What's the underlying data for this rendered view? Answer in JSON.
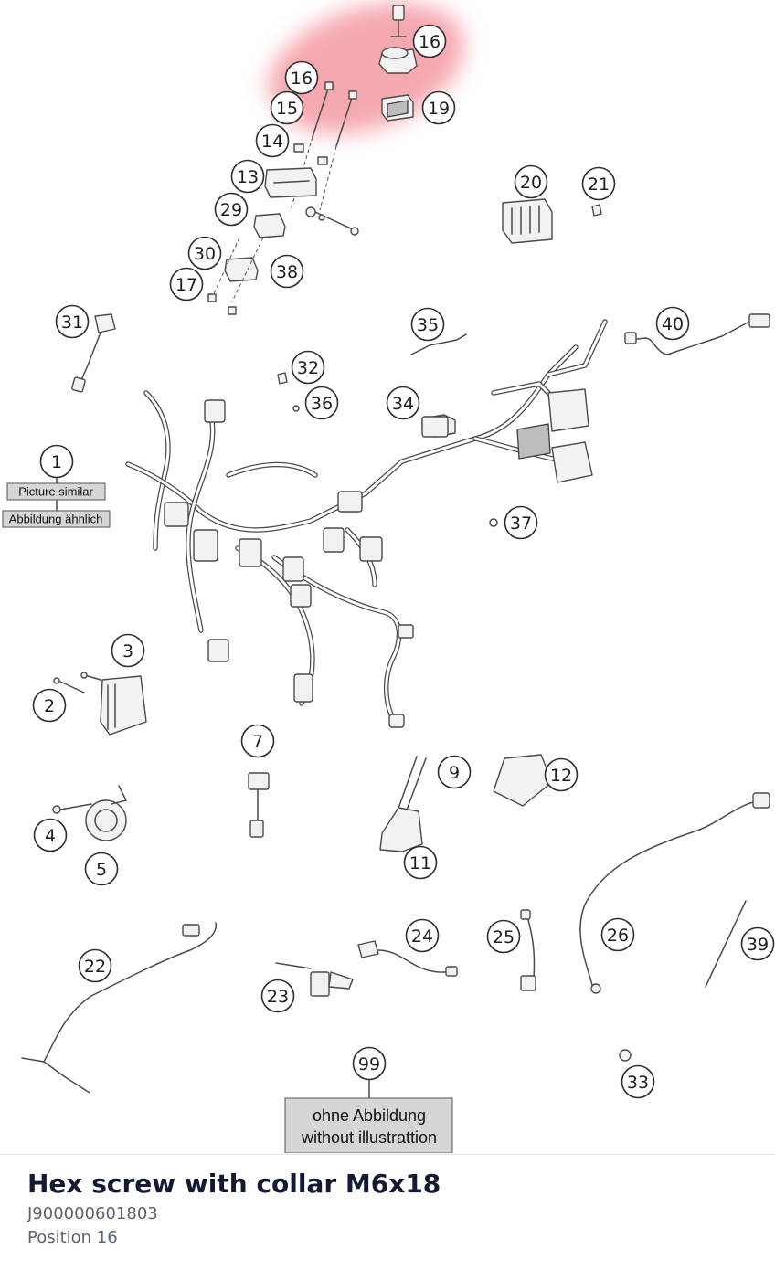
{
  "part": {
    "title": "Hex screw with collar M6x18",
    "part_number": "J900000601803",
    "position_text": "Position 16"
  },
  "highlight": {
    "color": "#f28b95",
    "position": "16"
  },
  "callouts": [
    "16",
    "16",
    "15",
    "19",
    "14",
    "13",
    "29",
    "30",
    "17",
    "38",
    "20",
    "21",
    "31",
    "35",
    "40",
    "32",
    "36",
    "34",
    "1",
    "37",
    "3",
    "2",
    "7",
    "9",
    "12",
    "4",
    "5",
    "11",
    "22",
    "24",
    "25",
    "26",
    "39",
    "23",
    "99",
    "33"
  ],
  "notes": {
    "picture_similar": "Picture similar",
    "abbildung_aehnlich": "Abbildung ähnlich",
    "ohne_abbildung": "ohne Abbildung",
    "without_illustration": "without illustrattion"
  }
}
